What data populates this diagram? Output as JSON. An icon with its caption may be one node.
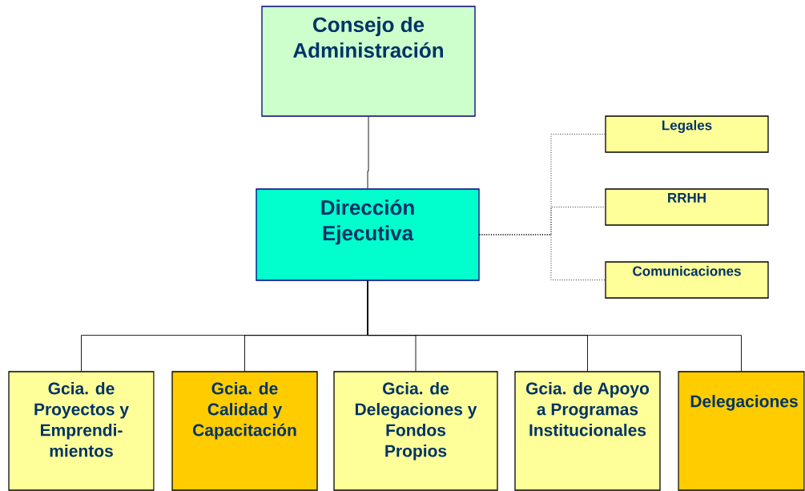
{
  "diagram": {
    "nodes": [
      {
        "text": [
          "Consejo de Administración"
        ]
      },
      {
        "text": [
          "Dirección Ejecutiva"
        ]
      },
      {
        "text": [
          "Legales"
        ]
      },
      {
        "text": [
          "RRHH"
        ]
      },
      {
        "text": [
          "Comunicaciones"
        ]
      },
      {
        "text": [
          "Gcia. de Proyectos y Emprendi- mientos"
        ]
      },
      {
        "text": [
          "Gcia. de Calidad y Capacitación"
        ]
      },
      {
        "text": [
          "Gcia. de Delegaciones y Fondos Propios"
        ]
      },
      {
        "text": [
          "Gcia. de Apoyo a Programas Institucionales"
        ]
      },
      {
        "text": [
          "Delegaciones"
        ]
      }
    ],
    "edges": [
      {
        "from": 0,
        "to": 1,
        "arrow": "none"
      },
      {
        "from": 1,
        "to": 2,
        "arrow": "none",
        "style": "dashed"
      },
      {
        "from": 1,
        "to": 3,
        "arrow": "none",
        "style": "dashed"
      },
      {
        "from": 1,
        "to": 4,
        "arrow": "none",
        "style": "dashed"
      },
      {
        "from": 1,
        "to": 5,
        "arrow": "none"
      },
      {
        "from": 1,
        "to": 6,
        "arrow": "none"
      },
      {
        "from": 1,
        "to": 7,
        "arrow": "none"
      },
      {
        "from": 1,
        "to": 8,
        "arrow": "none"
      },
      {
        "from": 1,
        "to": 9,
        "arrow": "none"
      }
    ]
  }
}
